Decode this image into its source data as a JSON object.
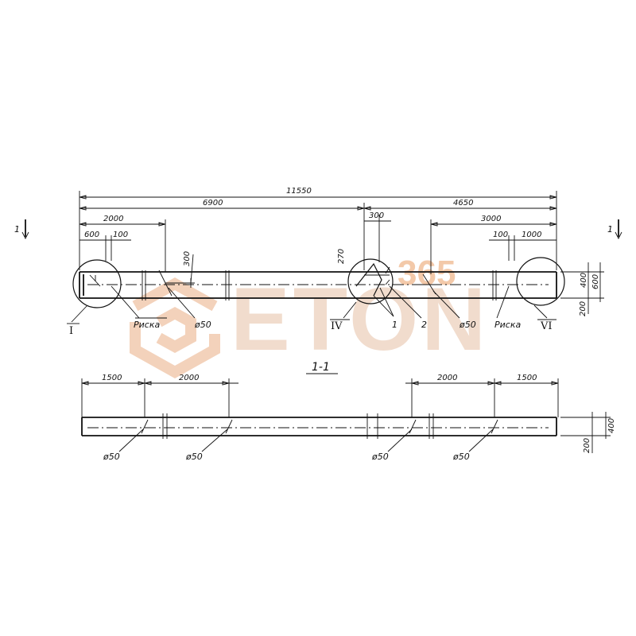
{
  "watermark": {
    "brand": "ETON",
    "badge": "365",
    "colors": {
      "brand": "#f1dccd",
      "badge": "#f3c9a9"
    }
  },
  "plan": {
    "overall": "11550",
    "left_span": "6900",
    "right_span": "4650",
    "left_inner": "2000",
    "left_a": "600",
    "left_b": "100",
    "mid_a": "300",
    "right_inner": "3000",
    "right_a": "100",
    "right_b": "1000",
    "hook_h": "300",
    "mid_h": "270",
    "height_400": "400",
    "height_600": "600",
    "height_200": "200",
    "labels": {
      "riska_left": "Риска",
      "riska_right": "Риска",
      "d50_left": "ø50",
      "d50_right": "ø50",
      "pos1": "1",
      "pos2": "2",
      "node_I": "I",
      "node_IV": "IV",
      "node_VI": "VI",
      "cut_left": "1",
      "cut_right": "1"
    }
  },
  "section": {
    "title": "1-1",
    "left_1500": "1500",
    "left_2000": "2000",
    "right_2000": "2000",
    "right_1500": "1500",
    "height_400": "400",
    "height_200": "200",
    "holes": [
      "ø50",
      "ø50",
      "ø50",
      "ø50"
    ]
  }
}
